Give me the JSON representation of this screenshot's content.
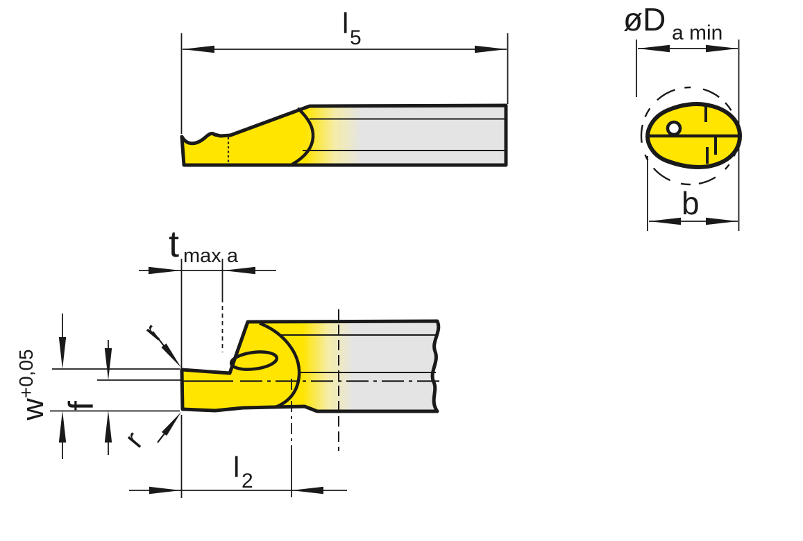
{
  "diagram": {
    "description": "Technical drawing of an internal boring / grooving tool shown in three views: side elevation, bore cross-section, and enlarged cutting-head detail",
    "colors": {
      "carbide_yellow": "#FFE500",
      "steel_grey": "#E4E4E4",
      "line_black": "#1A1A1A",
      "background": "#FFFFFF"
    }
  },
  "labels": {
    "l5": {
      "base": "l",
      "sub": "5"
    },
    "da_min": {
      "base": "øD",
      "sub": "a min"
    },
    "b": {
      "base": "b"
    },
    "t_max_a": {
      "base": "t",
      "sub": "max a"
    },
    "w": {
      "base": "w",
      "sup": "+0,05"
    },
    "f": {
      "base": "f"
    },
    "r_top": {
      "base": "r"
    },
    "r_bottom": {
      "base": "r"
    },
    "l2": {
      "base": "l",
      "sub": "2"
    }
  }
}
